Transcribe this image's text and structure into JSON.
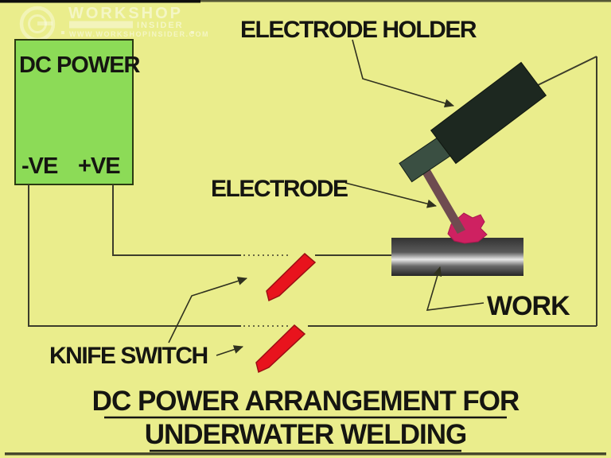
{
  "colors": {
    "background": "#eaed8c",
    "box_green": "#8cdb57",
    "wire": "#3c3d2b",
    "blade_red": "#e8131d",
    "spark_pink": "#ce2161",
    "electrode_rod": "#6e4b50",
    "holder_body": "#1d2820",
    "holder_jaw": "#3a4f42",
    "text": "#151511"
  },
  "watermark": {
    "brand": "WORKSHOP",
    "tagline": "INSIDER",
    "url": "WWW.WORKSHOPINSIDER.COM"
  },
  "power_supply": {
    "label": "DC POWER",
    "negative_terminal": "-VE",
    "positive_terminal": "+VE"
  },
  "labels": {
    "electrode_holder": "ELECTRODE HOLDER",
    "electrode": "ELECTRODE",
    "knife_switch": "KNIFE SWITCH",
    "work": "WORK"
  },
  "title": {
    "line1": "DC POWER ARRANGEMENT FOR",
    "line2": "UNDERWATER WELDING"
  }
}
